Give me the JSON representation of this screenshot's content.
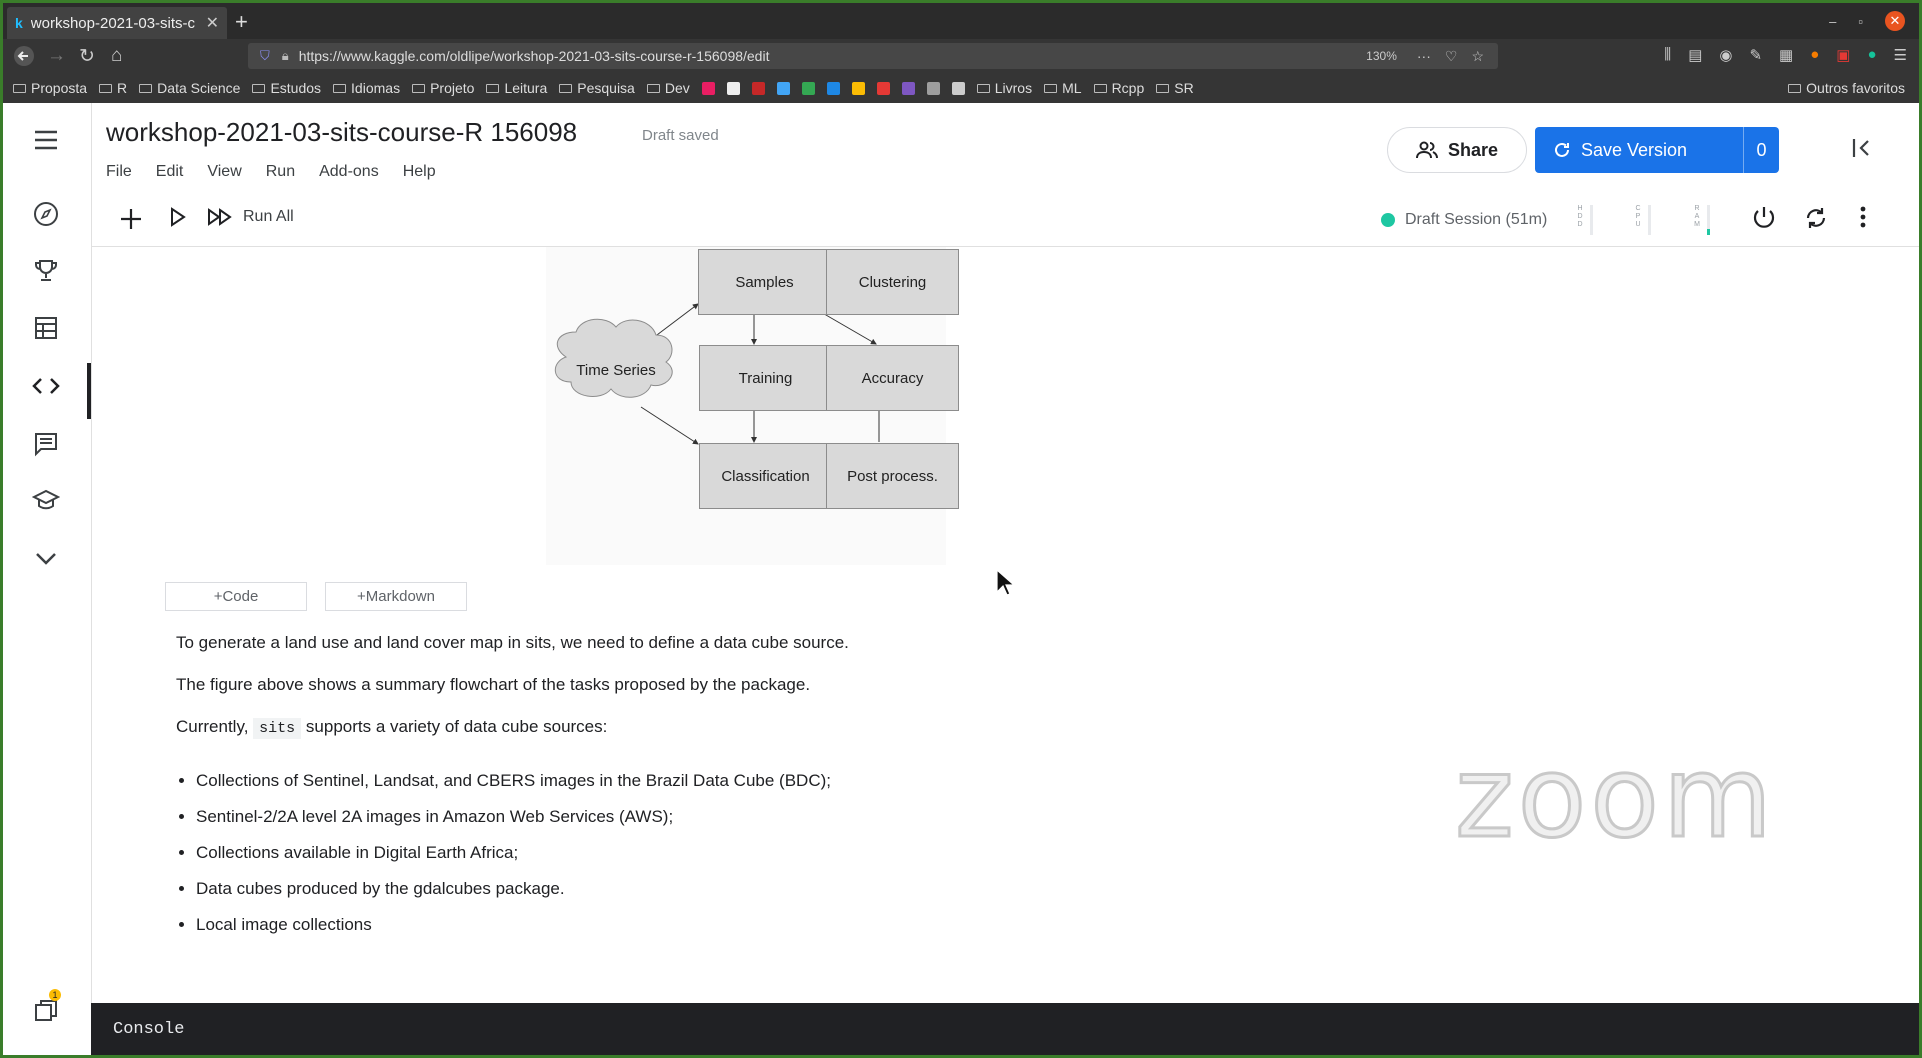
{
  "browser": {
    "tab_title": "workshop-2021-03-sits-c",
    "url": "https://www.kaggle.com/oldlipe/workshop-2021-03-sits-course-r-156098/edit",
    "zoom": "130%",
    "bookmarks": [
      {
        "label": "Proposta",
        "kind": "folder"
      },
      {
        "label": "R",
        "kind": "folder"
      },
      {
        "label": "Data Science",
        "kind": "folder"
      },
      {
        "label": "Estudos",
        "kind": "folder"
      },
      {
        "label": "Idiomas",
        "kind": "folder"
      },
      {
        "label": "Projeto",
        "kind": "folder"
      },
      {
        "label": "Leitura",
        "kind": "folder"
      },
      {
        "label": "Pesquisa",
        "kind": "folder"
      },
      {
        "label": "Dev",
        "kind": "folder"
      },
      {
        "label": "",
        "kind": "fav",
        "color": "#e91e63"
      },
      {
        "label": "",
        "kind": "fav",
        "color": "#eeeeee"
      },
      {
        "label": "",
        "kind": "fav",
        "color": "#c62828"
      },
      {
        "label": "",
        "kind": "fav",
        "color": "#42a5f5"
      },
      {
        "label": "",
        "kind": "fav",
        "color": "#34a853"
      },
      {
        "label": "",
        "kind": "fav",
        "color": "#1e88e5"
      },
      {
        "label": "",
        "kind": "fav",
        "color": "#fbbc04"
      },
      {
        "label": "",
        "kind": "fav",
        "color": "#e53935"
      },
      {
        "label": "",
        "kind": "fav",
        "color": "#7e57c2"
      },
      {
        "label": "",
        "kind": "fav",
        "color": "#9e9e9e"
      },
      {
        "label": "",
        "kind": "fav",
        "color": "#cccccc"
      },
      {
        "label": "Livros",
        "kind": "folder"
      },
      {
        "label": "ML",
        "kind": "folder"
      },
      {
        "label": "Rcpp",
        "kind": "folder"
      },
      {
        "label": "SR",
        "kind": "folder"
      }
    ],
    "bookmarks_right": "Outros favoritos"
  },
  "header": {
    "title": "workshop-2021-03-sits-course-R 156098",
    "status": "Draft saved",
    "menu": [
      "File",
      "Edit",
      "View",
      "Run",
      "Add-ons",
      "Help"
    ],
    "share_label": "Share",
    "save_label": "Save Version",
    "version_count": "0"
  },
  "toolbar": {
    "run_all_label": "Run All",
    "session_label": "Draft Session (51m)",
    "meters": [
      "HDD",
      "CPU",
      "RAM"
    ]
  },
  "flowchart": {
    "nodes": [
      "Samples",
      "Clustering",
      "Time Series",
      "Training",
      "Accuracy",
      "Classification",
      "Post process."
    ]
  },
  "cell_buttons": {
    "code": "Code",
    "markdown": "Markdown"
  },
  "markdown": {
    "p1": "To generate a land use and land cover map in sits, we need to define a data cube source.",
    "p2": "The figure above shows a summary flowchart of the tasks proposed by the package.",
    "p3_before": "Currently,",
    "p3_code": "sits",
    "p3_after": "supports a variety of data cube sources:",
    "bullets": [
      "Collections of Sentinel, Landsat, and CBERS images in the Brazil Data Cube (BDC);",
      "Sentinel-2/2A level 2A images in Amazon Web Services (AWS);",
      "Collections available in Digital Earth Africa;",
      "Data cubes produced by the gdalcubes package.",
      "Local image collections"
    ]
  },
  "console_label": "Console",
  "watermark": "zoom",
  "notification_count": "1",
  "colors": {
    "accent": "#1a73e8",
    "session": "#1ec7a2",
    "frame": "#3a7d2a"
  }
}
